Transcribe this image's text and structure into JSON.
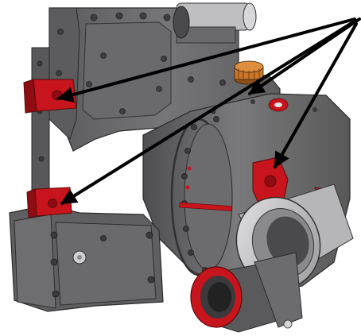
{
  "figure": {
    "colors": {
      "background": "#ffffff",
      "housing": "#6e6e70",
      "housing_dark": "#48484a",
      "housing_light": "#8c8c8e",
      "edge": "#2a2a2a",
      "highlight_red": "#c8141c",
      "cap_orange": "#c8762a",
      "pipe_light": "#c9c9cb",
      "arrow": "#000000"
    },
    "icons": {
      "highlighted_parts": "red-mount-bracket",
      "callout": "arrow-pointer"
    },
    "callout_count": 4
  }
}
